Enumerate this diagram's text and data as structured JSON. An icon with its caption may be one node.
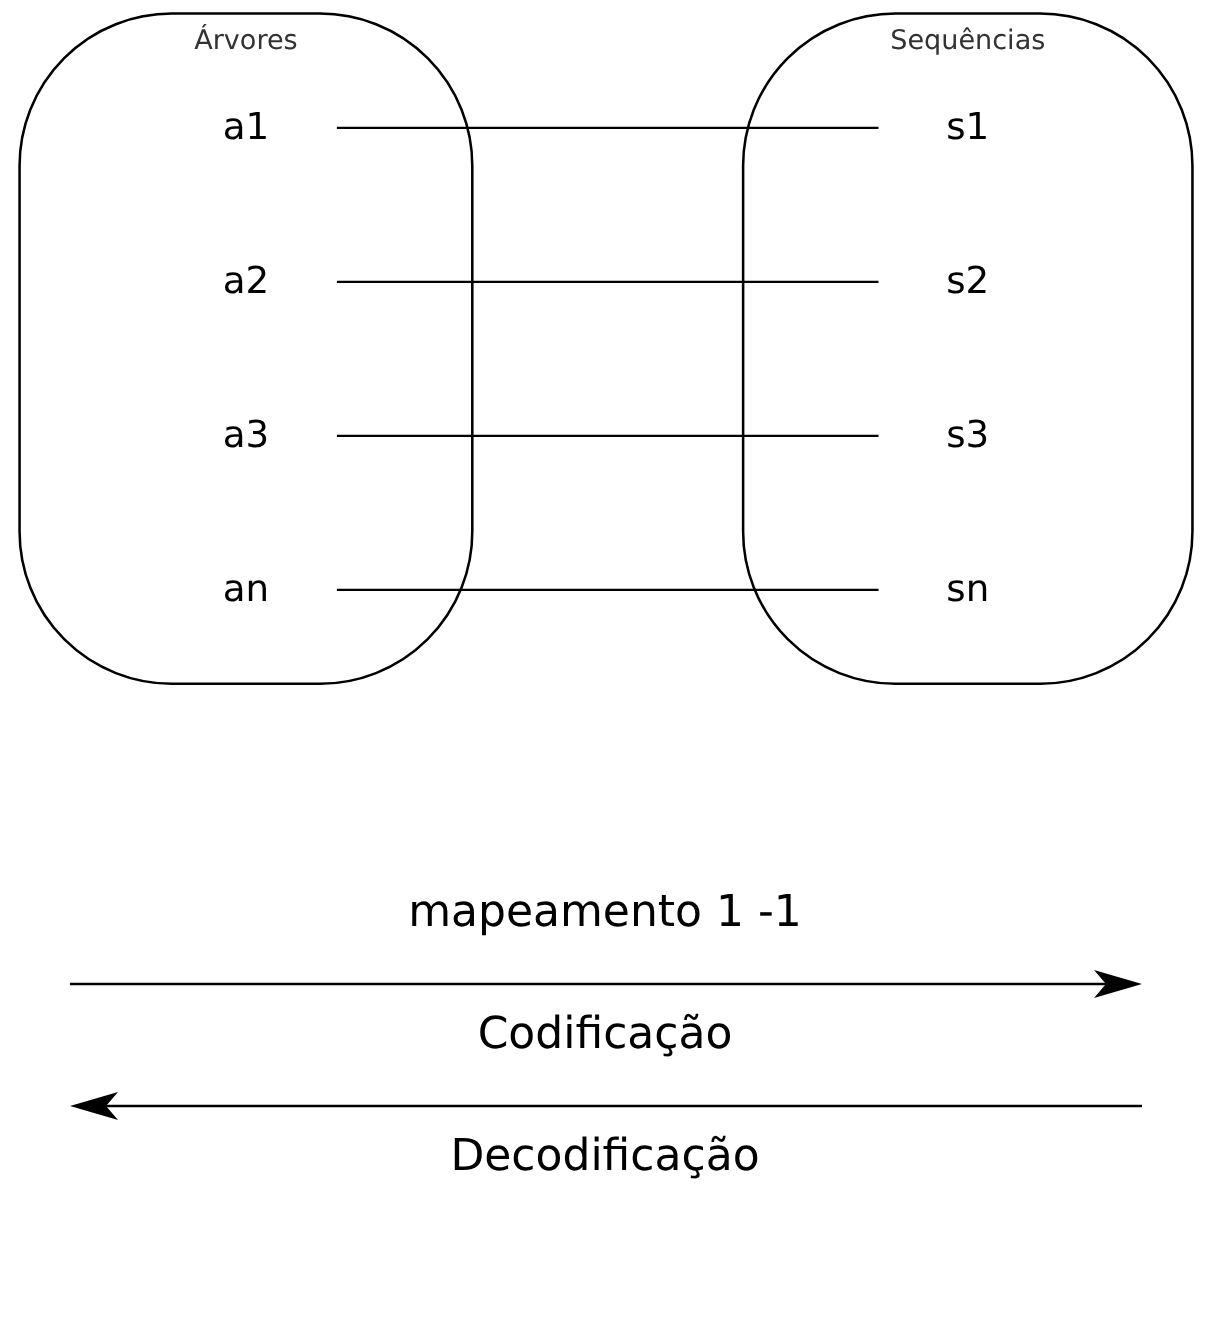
{
  "diagram": {
    "nodes": [
      {
        "text": [
          "Árvores"
        ]
      },
      {
        "text": [
          "a1"
        ],
        "in": 0
      },
      {
        "text": [
          "a2"
        ],
        "in": 0
      },
      {
        "text": [
          "a3"
        ],
        "in": 0
      },
      {
        "text": [
          "an"
        ],
        "in": 0
      },
      {
        "text": [
          "Sequências"
        ]
      },
      {
        "text": [
          "s1"
        ],
        "in": 5
      },
      {
        "text": [
          "s2"
        ],
        "in": 5
      },
      {
        "text": [
          "s3"
        ],
        "in": 5
      },
      {
        "text": [
          "sn"
        ],
        "in": 5
      }
    ],
    "edges": [
      {
        "from": 1,
        "to": 6,
        "arrow": "none"
      },
      {
        "from": 2,
        "to": 7,
        "arrow": "none"
      },
      {
        "from": 3,
        "to": 8,
        "arrow": "none"
      },
      {
        "from": 4,
        "to": 9,
        "arrow": "none"
      }
    ],
    "labels": [
      "mapeamento 1 -1",
      "Codificação",
      "Decodificação"
    ]
  }
}
